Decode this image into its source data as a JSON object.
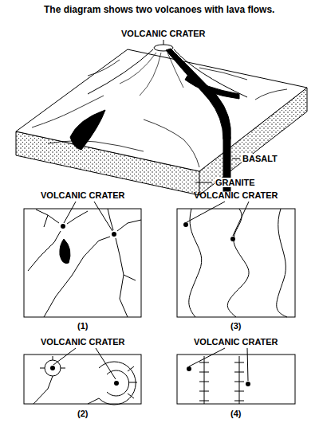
{
  "diagram": {
    "title": "The diagram shows two volcanoes with lava flows.",
    "labels": [
      "VOLCANIC CRATER",
      "BASALT",
      "GRANITE",
      "VOLCANIC CRATER",
      "VOLCANIC CRATER",
      "(1)",
      "(3)",
      "VOLCANIC CRATER",
      "VOLCANIC CRATER",
      "(2)",
      "(4)"
    ]
  }
}
